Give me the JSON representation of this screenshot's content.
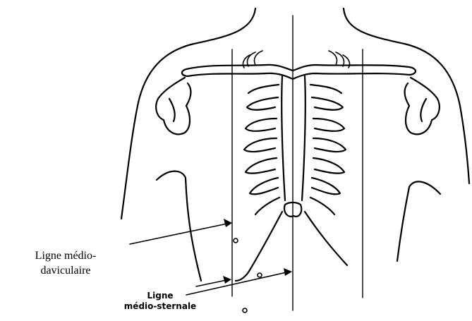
{
  "labels": {
    "mid_clavicular_line": [
      "Ligne médio-",
      "daviculaire"
    ],
    "mid_sternal_line": [
      "Ligne",
      "médio-sternale"
    ]
  }
}
